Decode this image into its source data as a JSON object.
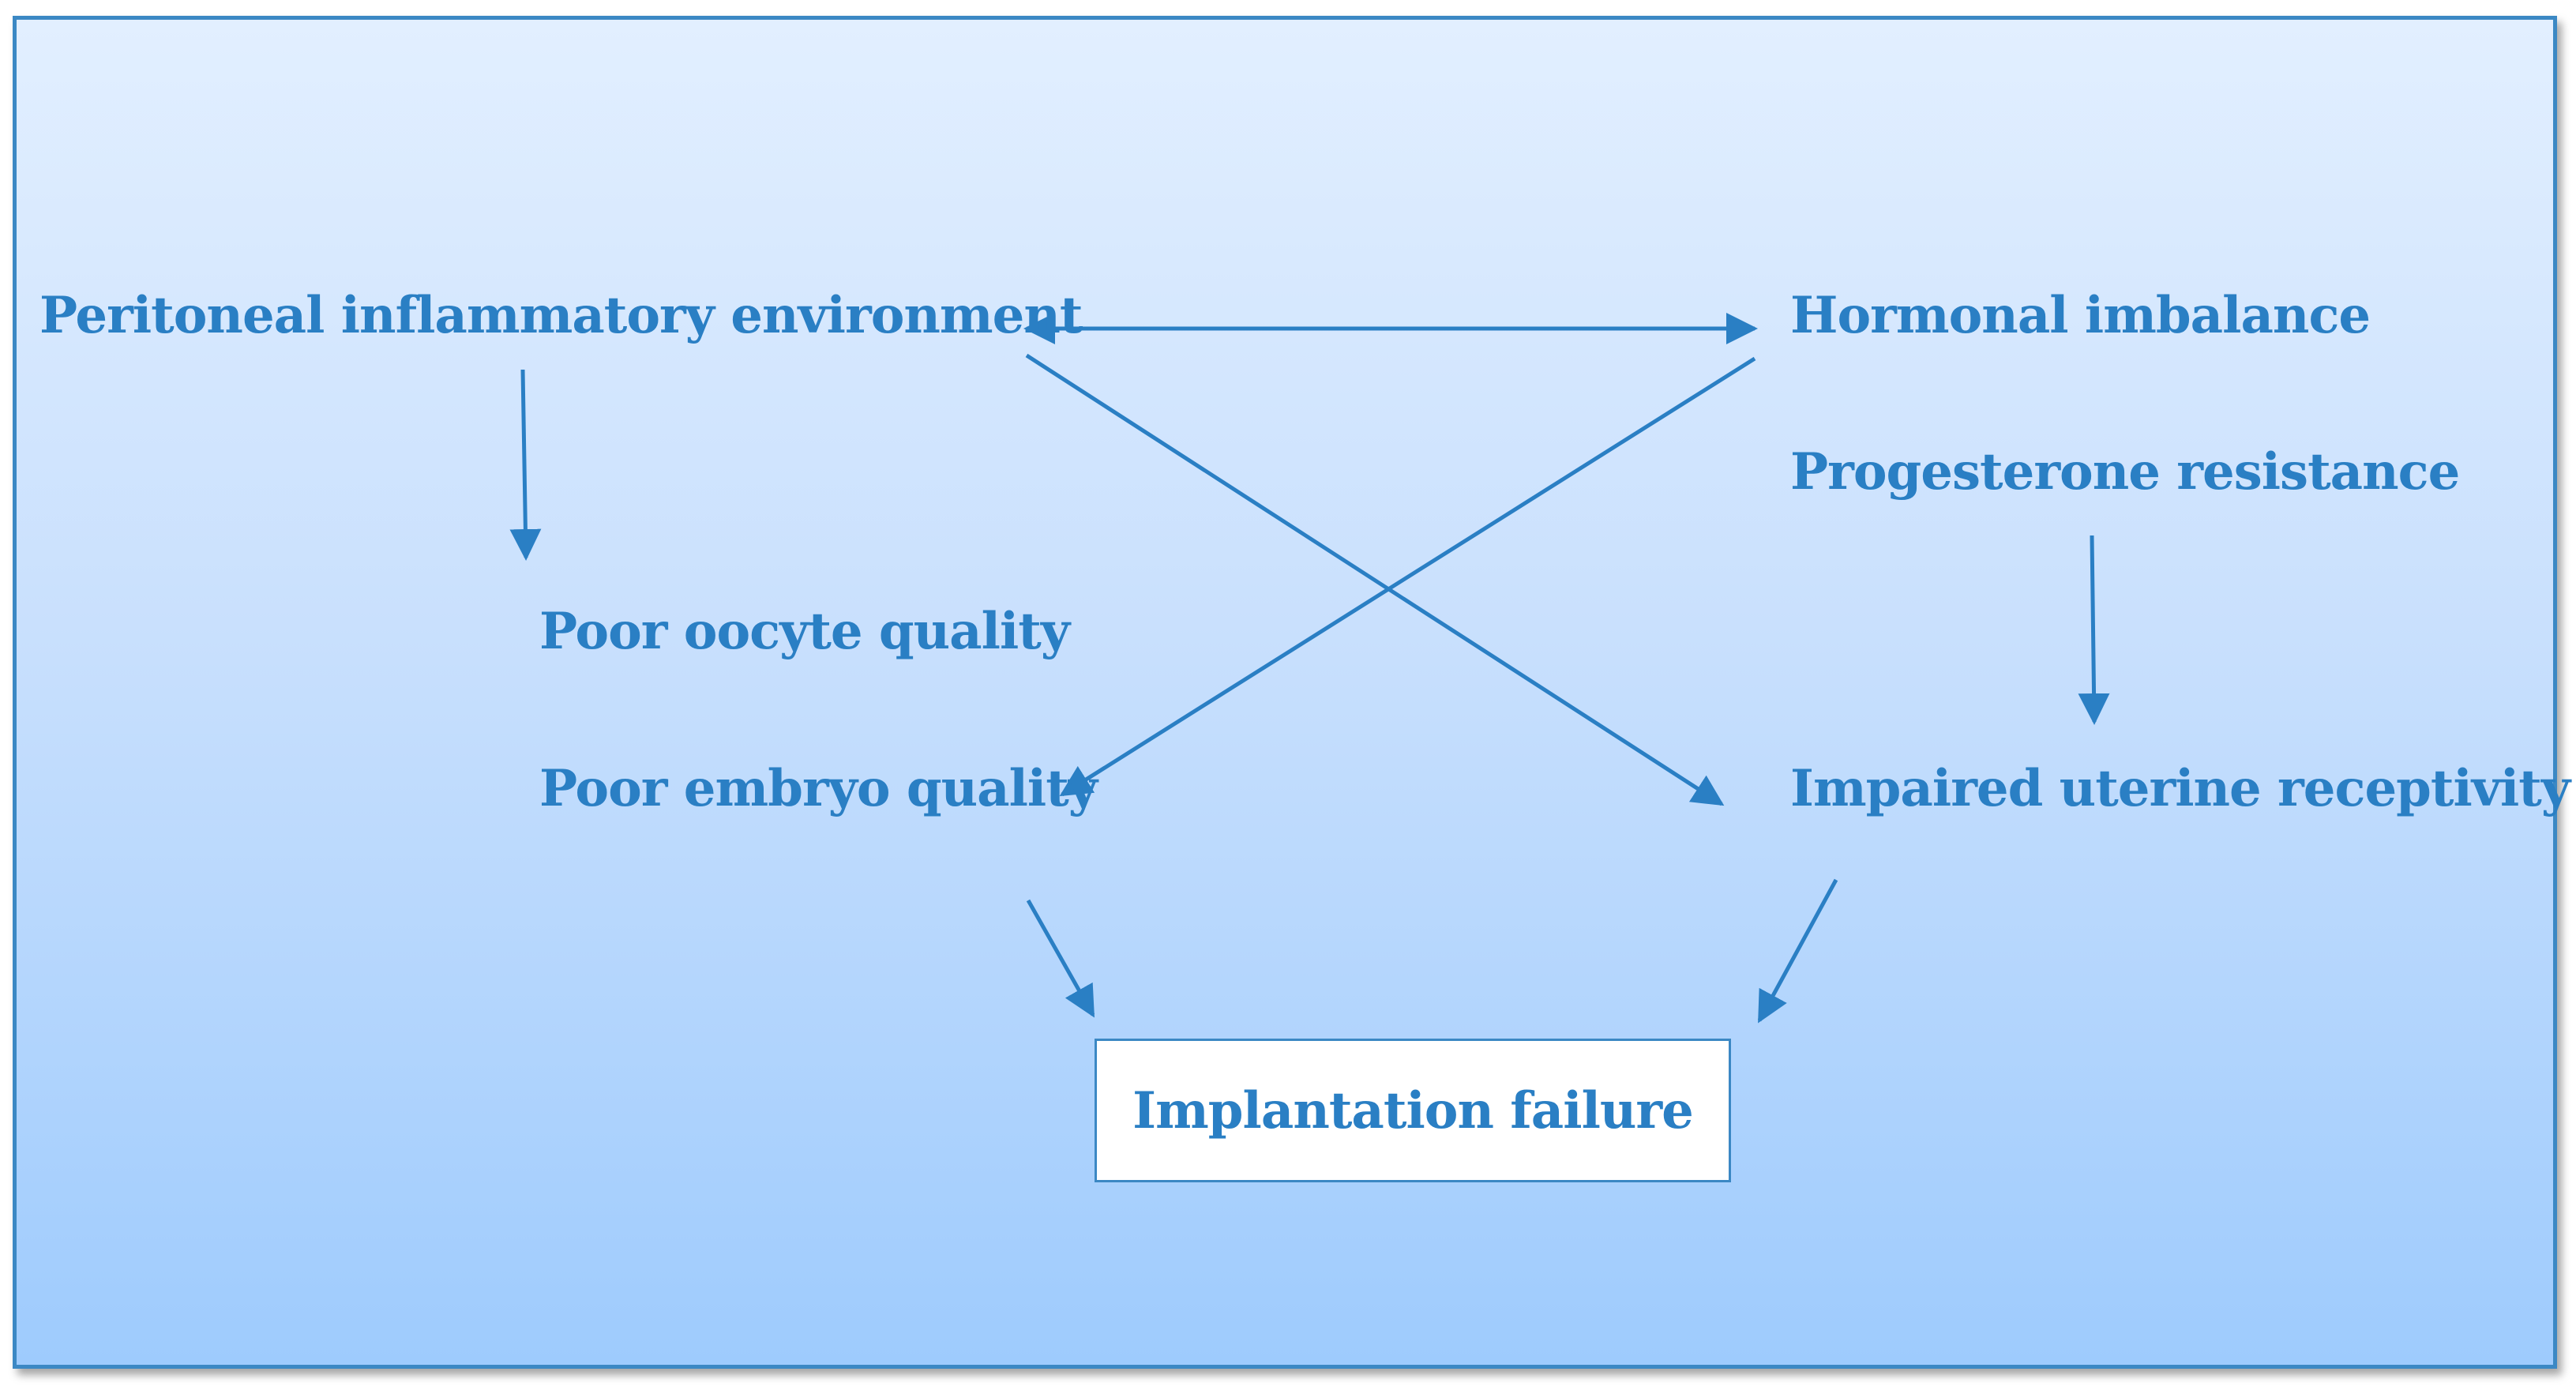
{
  "diagram": {
    "nodes": {
      "peritoneal_inflammatory_environment": "Peritoneal inflammatory environment",
      "hormonal_imbalance": "Hormonal imbalance",
      "progesterone_resistance": "Progesterone resistance",
      "poor_oocyte_quality": "Poor oocyte quality",
      "poor_embryo_quality": "Poor embryo quality",
      "impaired_uterine_receptivity": "Impaired uterine receptivity",
      "implantation_failure": "Implantation failure"
    },
    "edges": [
      {
        "from": "peritoneal_inflammatory_environment",
        "to": "hormonal_imbalance",
        "direction": "bidirectional"
      },
      {
        "from": "peritoneal_inflammatory_environment",
        "to": "poor_oocyte_quality",
        "direction": "forward"
      },
      {
        "from": "peritoneal_inflammatory_environment",
        "to": "impaired_uterine_receptivity",
        "direction": "forward"
      },
      {
        "from": "hormonal_imbalance",
        "to": "poor_embryo_quality",
        "direction": "forward"
      },
      {
        "from": "progesterone_resistance",
        "to": "impaired_uterine_receptivity",
        "direction": "forward"
      },
      {
        "from": "poor_embryo_quality",
        "to": "implantation_failure",
        "direction": "forward"
      },
      {
        "from": "impaired_uterine_receptivity",
        "to": "implantation_failure",
        "direction": "forward"
      }
    ],
    "colors": {
      "text": "#2a7fc4",
      "arrow": "#2a7fc4",
      "border": "#3b88c4",
      "background_top": "#e2efff",
      "background_bottom": "#9ecbfd",
      "outcome_box_fill": "#ffffff"
    }
  }
}
